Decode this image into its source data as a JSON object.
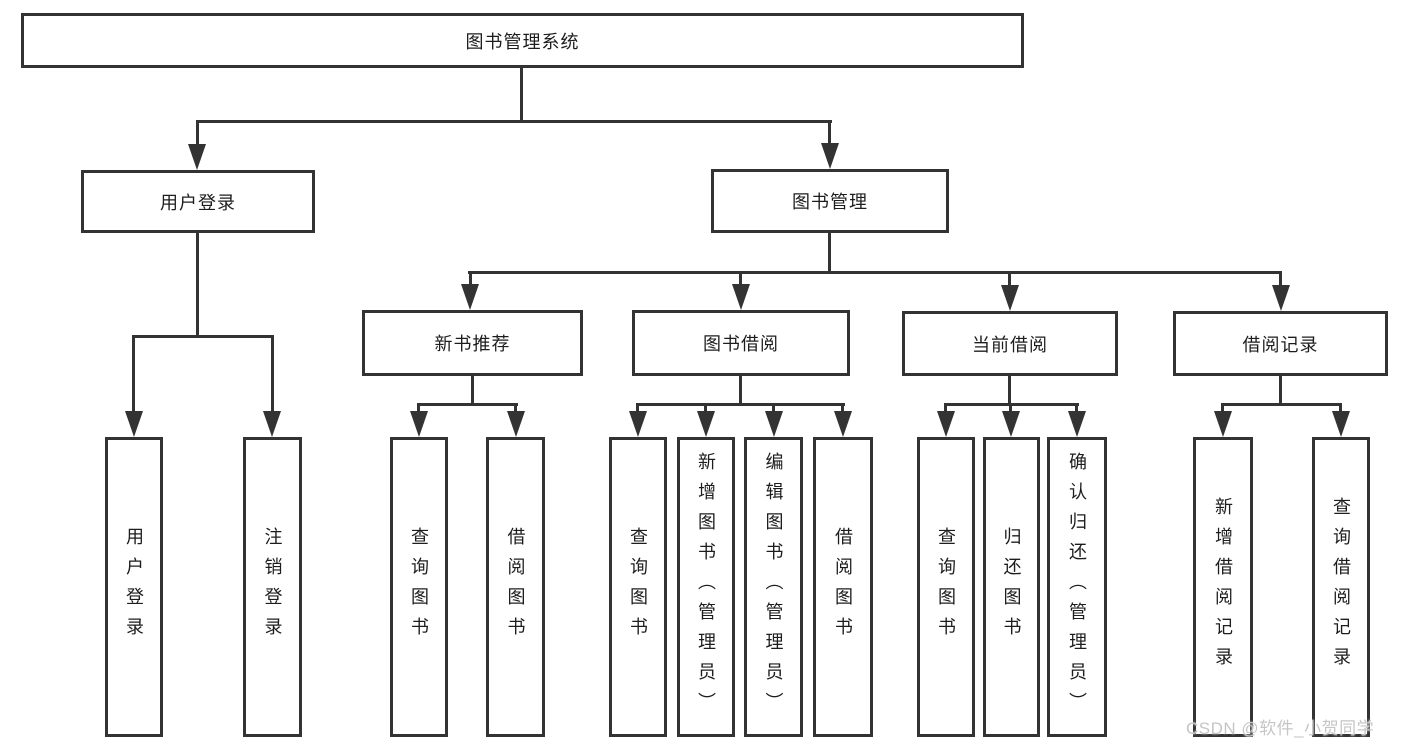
{
  "diagram": {
    "root": {
      "label": "图书管理系统"
    },
    "branches": [
      {
        "label": "用户登录",
        "children": [
          {
            "label": "用户登录"
          },
          {
            "label": "注销登录"
          }
        ]
      },
      {
        "label": "图书管理",
        "children": [
          {
            "label": "新书推荐",
            "children": [
              {
                "label": "查询图书"
              },
              {
                "label": "借阅图书"
              }
            ]
          },
          {
            "label": "图书借阅",
            "children": [
              {
                "label": "查询图书"
              },
              {
                "label": "新增图书（管理员）"
              },
              {
                "label": "编辑图书（管理员）"
              },
              {
                "label": "借阅图书"
              }
            ]
          },
          {
            "label": "当前借阅",
            "children": [
              {
                "label": "查询图书"
              },
              {
                "label": "归还图书"
              },
              {
                "label": "确认归还（管理员）"
              }
            ]
          },
          {
            "label": "借阅记录",
            "children": [
              {
                "label": "新增借阅记录"
              },
              {
                "label": "查询借阅记录"
              }
            ]
          }
        ]
      }
    ]
  },
  "watermark": "CSDN @软件_小贺同学",
  "colors": {
    "line": "#333333",
    "text": "#1d1d1d",
    "wm": "#c6c6c6",
    "bg": "#ffffff"
  }
}
